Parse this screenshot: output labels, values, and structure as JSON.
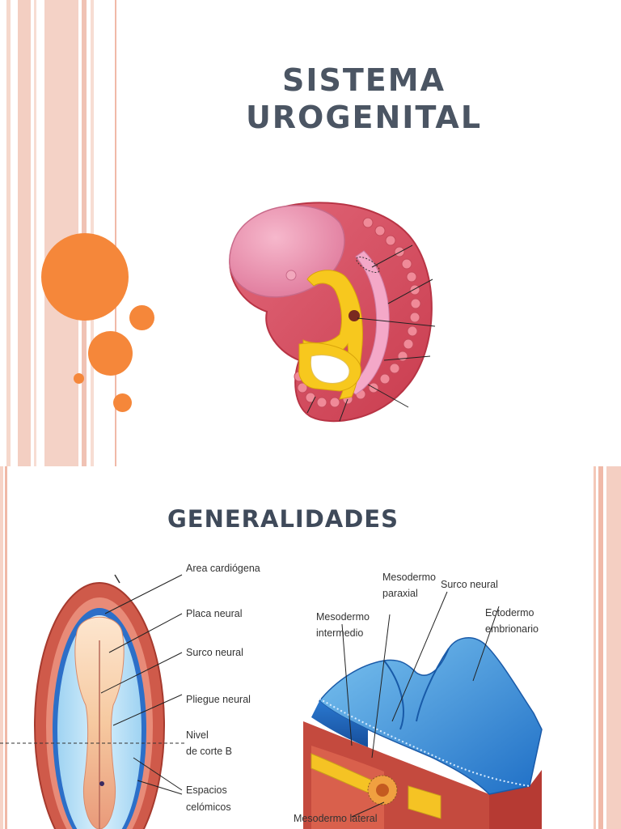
{
  "slide1": {
    "title_line1": "SISTEMA",
    "title_line2": "UROGENITAL"
  },
  "slide2": {
    "title": "GENERALIDADES",
    "figure_a_labels": {
      "area_cardiogena": "Área cardiógena",
      "placa_neural": "Placa neural",
      "surco_neural": "Surco neural",
      "pliegue_neural": "Pliegue neural",
      "nivel_line1": "Nivel",
      "nivel_line2": "de corte B",
      "espacios_line1": "Espacios",
      "espacios_line2": "celómicos"
    },
    "figure_b_labels": {
      "mesodermo_paraxial_line1": "Mesodermo",
      "mesodermo_paraxial_line2": "paraxial",
      "mesodermo_intermedio_line1": "Mesodermo",
      "mesodermo_intermedio_line2": "intermedio",
      "surco_neural": "Surco neural",
      "ectodermo_line1": "Ectodermo",
      "ectodermo_line2": "embrionario",
      "mesodermo_lateral": "Mesodermo lateral"
    }
  },
  "colors": {
    "accent_orange": "#f5873a",
    "stripe_pink": "#f3cfc2",
    "title_gray": "#4b5563"
  }
}
